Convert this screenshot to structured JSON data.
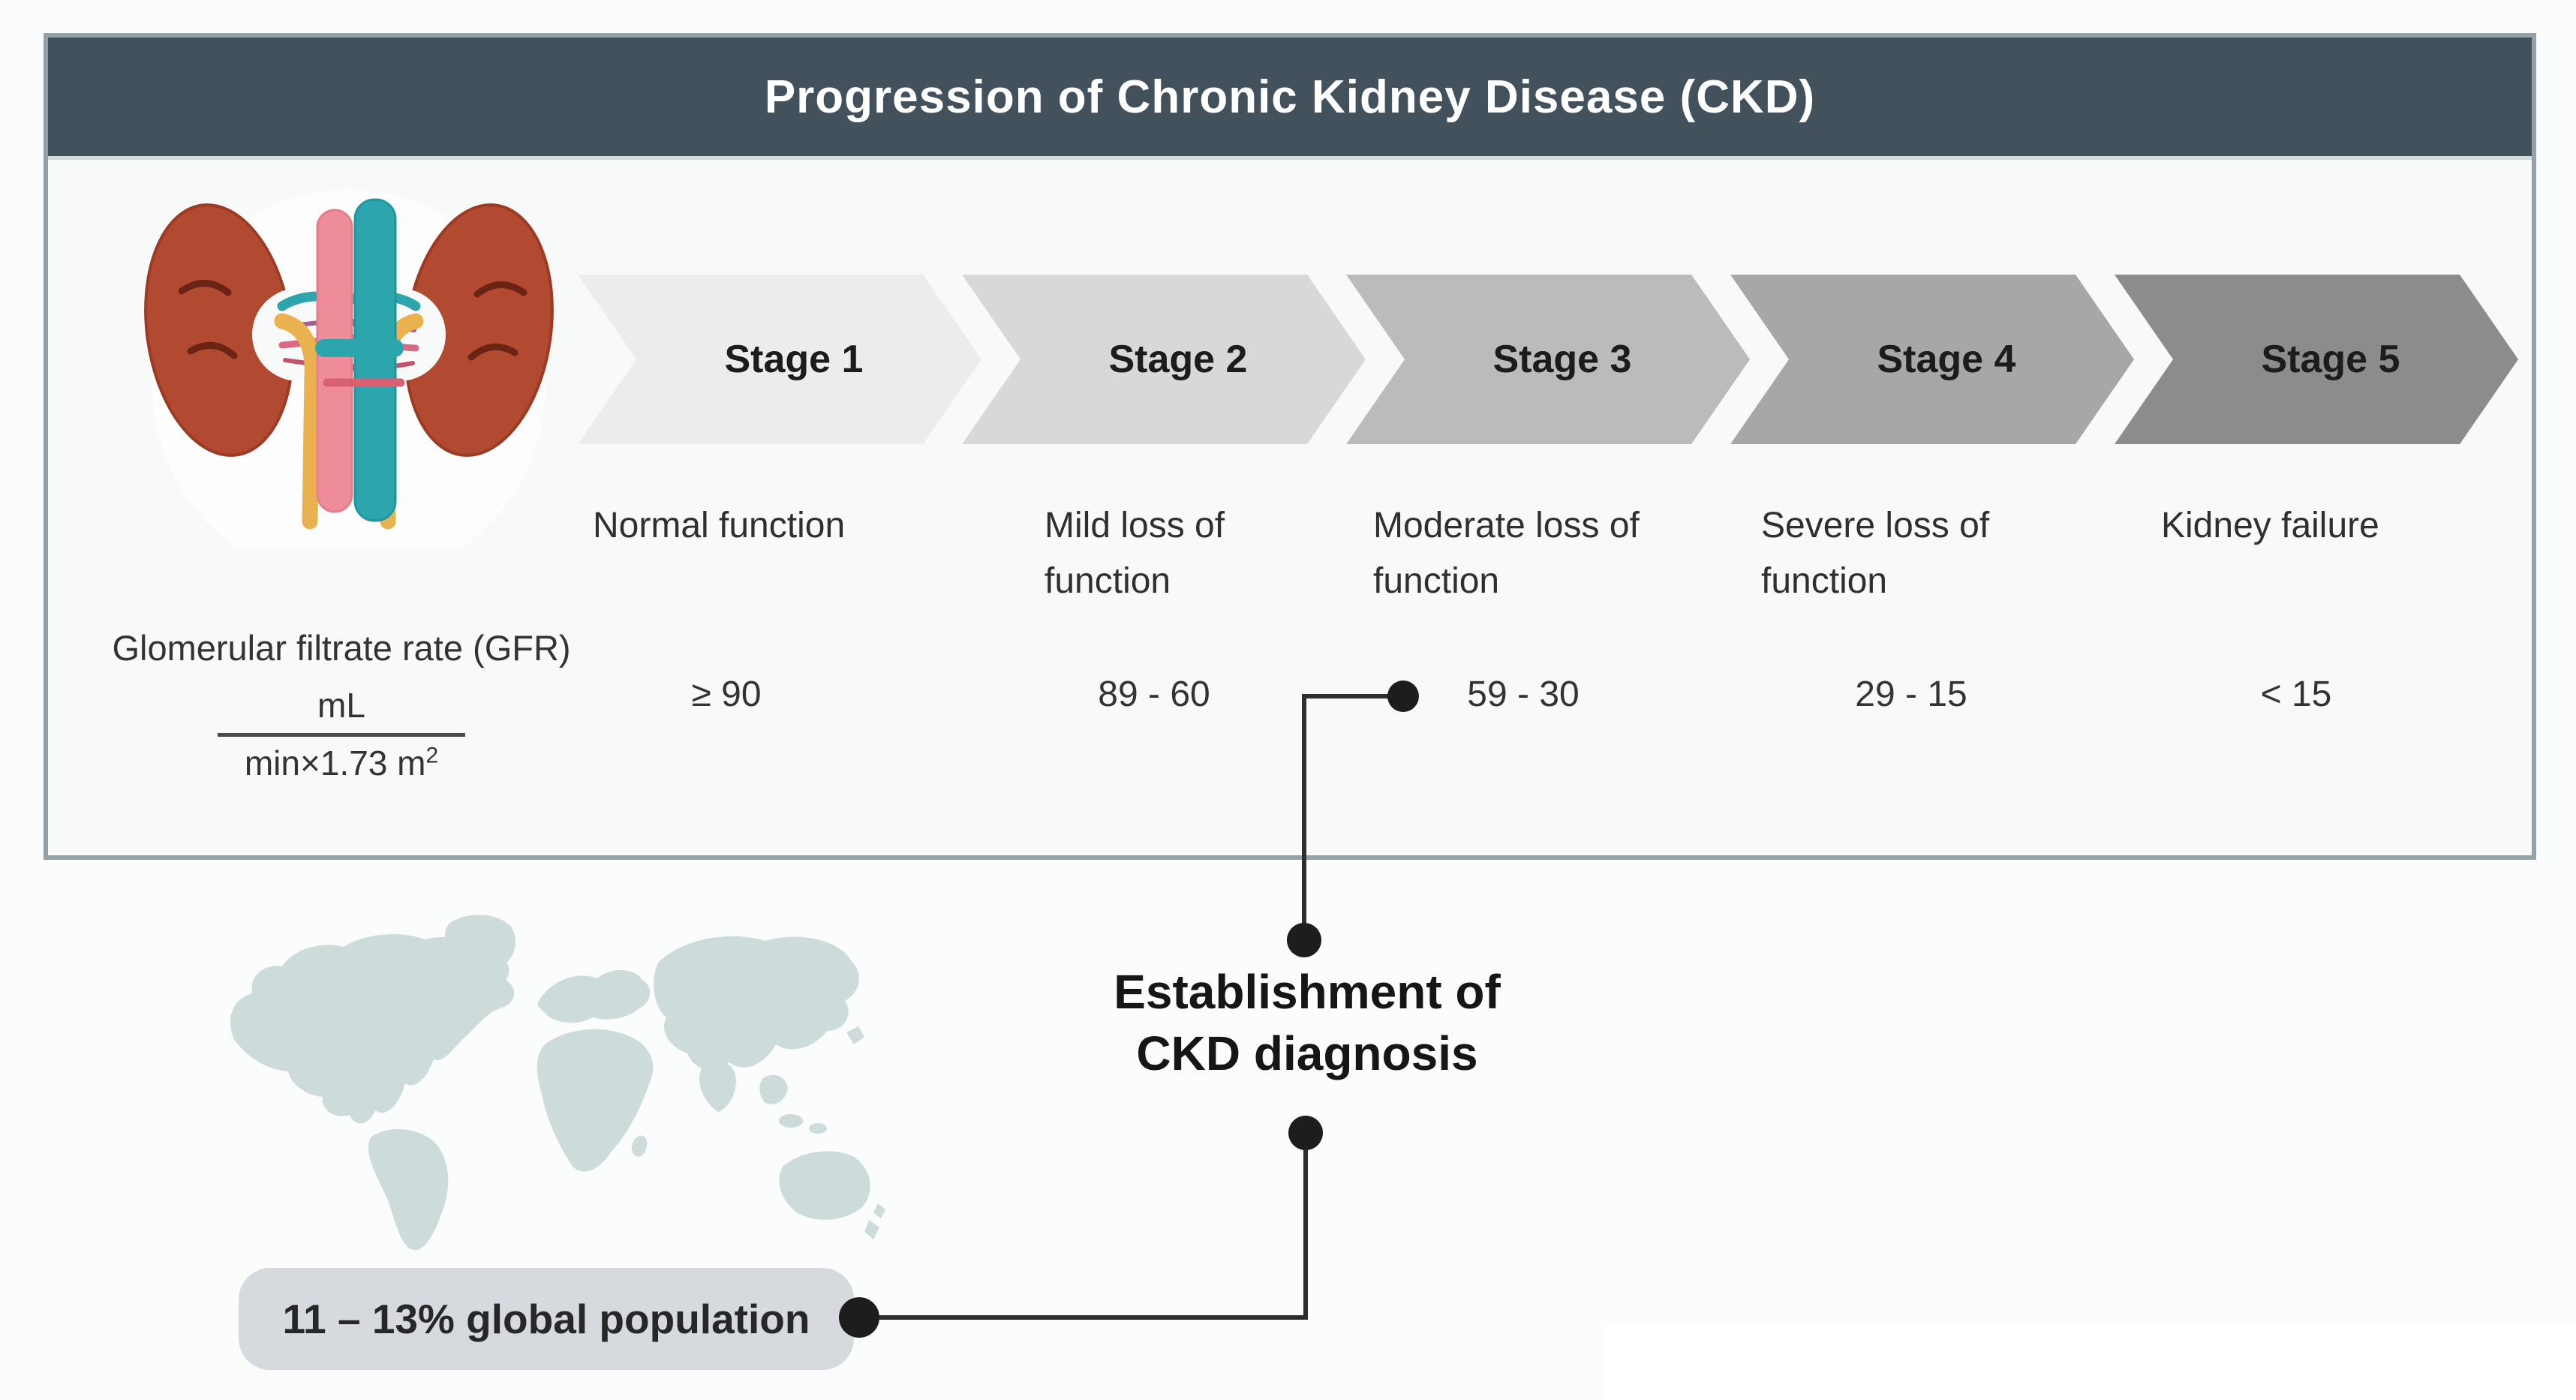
{
  "header": {
    "title": "Progression of Chronic Kidney Disease (CKD)"
  },
  "stages": [
    {
      "label": "Stage 1",
      "description": "Normal function",
      "gfr": "≥ 90",
      "color": "#ececec"
    },
    {
      "label": "Stage 2",
      "description": "Mild loss of function",
      "gfr": "89 - 60",
      "color": "#d8d8d9"
    },
    {
      "label": "Stage 3",
      "description": "Moderate loss of function",
      "gfr": "59 - 30",
      "color": "#bbbbbc"
    },
    {
      "label": "Stage 4",
      "description": "Severe loss of function",
      "gfr": "29 - 15",
      "color": "#a7a7a8"
    },
    {
      "label": "Stage 5",
      "description": "Kidney failure",
      "gfr": "< 15",
      "color": "#8c8c8d"
    }
  ],
  "gfr": {
    "label": "Glomerular filtrate rate (GFR)",
    "numerator": "mL",
    "denominator_base": "min×1.73 m",
    "denominator_exp": "2"
  },
  "diagnosis": {
    "line1": "Establishment of",
    "line2": "CKD diagnosis"
  },
  "badge": {
    "text": "11 – 13% global population"
  },
  "icons": {
    "kidneys": "kidneys-illustration",
    "map": "world-map"
  },
  "colors": {
    "header_bg": "#43515d",
    "panel_border": "#94a1a7",
    "stage_text": "#1c1c1c",
    "map": "#cddcda",
    "badge_bg": "#d6dade",
    "connector": "#2e2e2e",
    "kidney_body": "#b14a31",
    "artery_pink": "#ee8d99",
    "vein_teal": "#2da5ac",
    "ureter_yellow": "#eab24e"
  }
}
